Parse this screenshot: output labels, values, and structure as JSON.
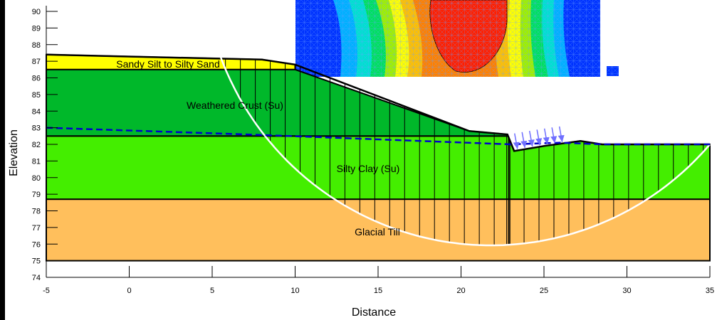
{
  "axes": {
    "x_title": "Distance",
    "y_title": "Elevation",
    "x_min": -5,
    "x_max": 35,
    "y_min": 74,
    "y_max": 90,
    "x_ticks": [
      "-5",
      "0",
      "5",
      "10",
      "15",
      "20",
      "25",
      "30",
      "35"
    ],
    "y_ticks": [
      "74",
      "75",
      "76",
      "77",
      "78",
      "79",
      "80",
      "81",
      "82",
      "83",
      "84",
      "85",
      "86",
      "87",
      "88",
      "89",
      "90"
    ]
  },
  "layers": [
    {
      "name": "Sandy Silt to Silty Sand",
      "color": "#ffff00"
    },
    {
      "name": "Weathered Crust (Su)",
      "color": "#00b82a"
    },
    {
      "name": "Silty Clay (Su)",
      "color": "#44ee00"
    },
    {
      "name": "Glacial Till",
      "color": "#ffbf5c"
    }
  ],
  "colors": {
    "water_table": "#0000cc",
    "slip_surface": "#ffffff",
    "load_arrows": "#7070ff",
    "contour_background": "#0040ff"
  }
}
